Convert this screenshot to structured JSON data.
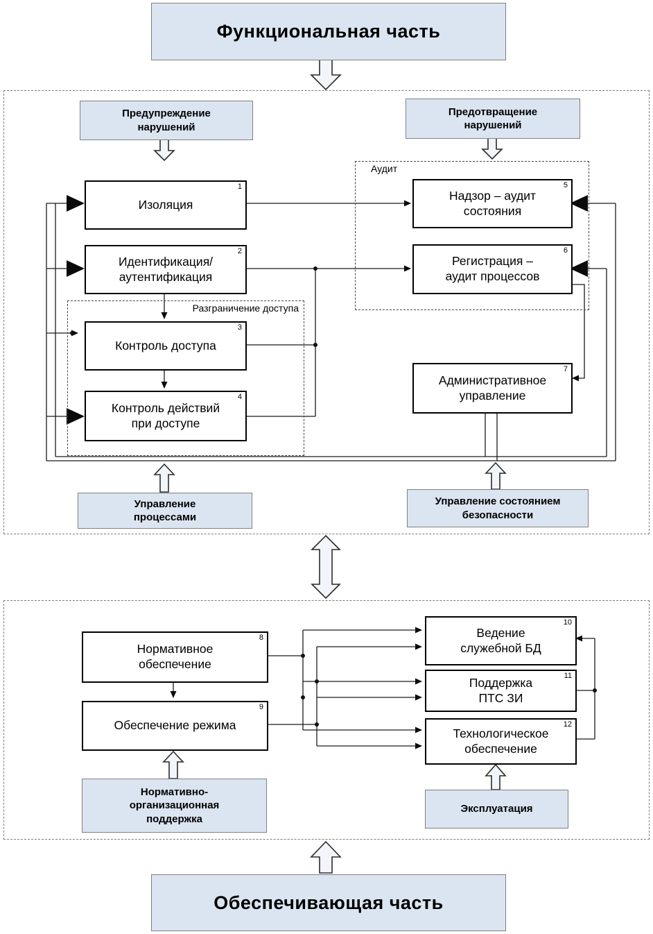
{
  "titles": {
    "top": "Функциональная часть",
    "bottom": "Обеспечивающая часть"
  },
  "functional": {
    "labels": {
      "warning": "Предупреждение\nнарушений",
      "prevention": "Предотвращение\nнарушений",
      "process_mgmt": "Управление\nпроцессами",
      "security_state_mgmt": "Управление состоянием\nбезопасности"
    },
    "groups": {
      "audit": "Аудит",
      "access": "Разграничение доступа"
    },
    "boxes": {
      "isolation": {
        "num": "1",
        "text": "Изоляция"
      },
      "identification": {
        "num": "2",
        "text": "Идентификация/\nаутентификация"
      },
      "access_control": {
        "num": "3",
        "text": "Контроль доступа"
      },
      "action_control": {
        "num": "4",
        "text": "Контроль действий\nпри доступе"
      },
      "supervision": {
        "num": "5",
        "text": "Надзор – аудит\nсостояния"
      },
      "registration": {
        "num": "6",
        "text": "Регистрация –\nаудит процессов"
      },
      "admin": {
        "num": "7",
        "text": "Административное\nуправление"
      }
    }
  },
  "providing": {
    "labels": {
      "normative_support": "Нормативно-\nорганизационная\nподдержка",
      "operation": "Эксплуатация"
    },
    "boxes": {
      "normative": {
        "num": "8",
        "text": "Нормативное\nобеспечение"
      },
      "regime": {
        "num": "9",
        "text": "Обеспечение режима"
      },
      "db": {
        "num": "10",
        "text": "Ведение\nслужебной БД"
      },
      "pts": {
        "num": "11",
        "text": "Поддержка\nПТС ЗИ"
      },
      "tech": {
        "num": "12",
        "text": "Технологическое\nобеспечение"
      }
    }
  },
  "colors": {
    "label_bg": "#dbe5f1",
    "box_border": "#000000",
    "line_color": "#1a1a1a"
  }
}
